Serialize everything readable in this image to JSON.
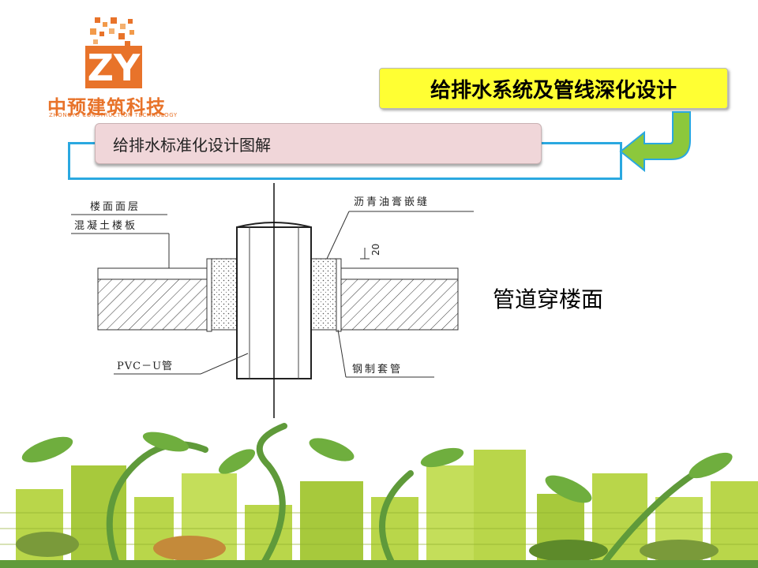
{
  "logo": {
    "mark_text": "ZY",
    "name_cn": "中预建筑科技",
    "name_en": "ZHONGYU CONSTRUCTION TECHNOLOGY"
  },
  "slide": {
    "title": "给排水系统及管线深化设计",
    "subtitle": "给排水标准化设计图解",
    "caption": "管道穿楼面"
  },
  "drawing": {
    "labels": {
      "floor_surface": "楼面面层",
      "concrete_slab": "混凝土楼板",
      "asphalt_joint": "沥青油膏嵌缝",
      "dimension": "20",
      "pvc_pipe": "PVC－U管",
      "steel_sleeve": "钢制套管"
    }
  },
  "colors": {
    "title_bg": "#ffff33",
    "subtitle_bg": "#f0d6d9",
    "frame_blue": "#2aa8e0",
    "arrow_green": "#8cc83c",
    "logo_orange": "#e8732a"
  }
}
